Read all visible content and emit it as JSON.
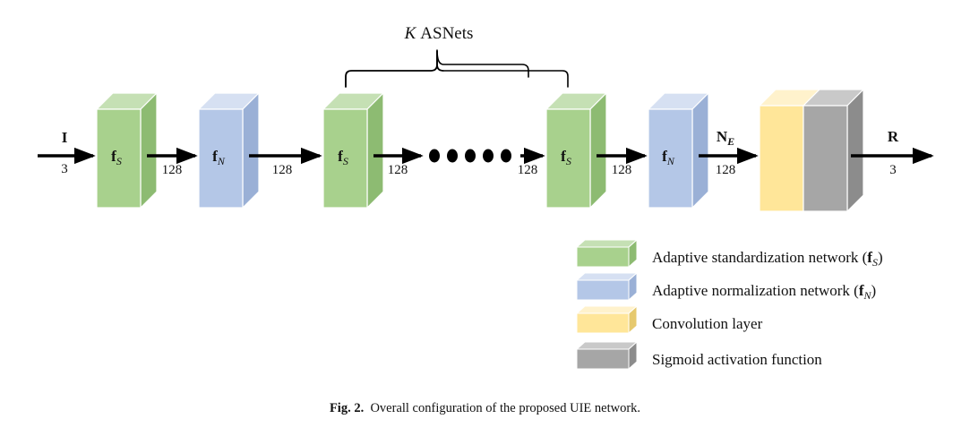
{
  "figure": {
    "caption_prefix": "Fig. 2.",
    "caption_text": "Overall configuration of the proposed UIE network.",
    "group_annotation": {
      "symbol": "K",
      "label": "ASNets"
    }
  },
  "flow": {
    "input": {
      "tensor": "I",
      "channels": "3"
    },
    "output": {
      "tensor": "R",
      "channels": "3"
    },
    "blocks": [
      {
        "id": "fs-1",
        "label": "f",
        "sub": "S",
        "type": "adaptive-standardization",
        "color": "#a8d18d"
      },
      {
        "id": "fn-1",
        "label": "f",
        "sub": "N",
        "type": "adaptive-normalization",
        "color": "#b4c7e7"
      },
      {
        "id": "fs-2",
        "label": "f",
        "sub": "S",
        "type": "adaptive-standardization",
        "color": "#a8d18d"
      },
      {
        "id": "fs-3",
        "label": "f",
        "sub": "S",
        "type": "adaptive-standardization",
        "color": "#a8d18d"
      },
      {
        "id": "fn-2",
        "label": "f",
        "sub": "N",
        "type": "adaptive-normalization",
        "color": "#b4c7e7"
      },
      {
        "id": "conv",
        "label": "",
        "sub": "",
        "type": "convolution",
        "color": "#ffe699"
      },
      {
        "id": "sigmoid",
        "label": "",
        "sub": "",
        "type": "sigmoid",
        "color": "#a6a6a6"
      }
    ],
    "connections": [
      {
        "from": "fs-1",
        "to": "fn-1",
        "channels": "128"
      },
      {
        "from": "fn-1",
        "to": "fs-2",
        "channels": "128"
      },
      {
        "from": "fs-2",
        "to": "ellipsis",
        "channels": "128"
      },
      {
        "from": "ellipsis",
        "to": "fs-3",
        "channels": "128"
      },
      {
        "from": "fs-3",
        "to": "fn-2",
        "channels": "128"
      },
      {
        "from": "fn-2",
        "to": "conv",
        "channels": "128",
        "tensor": "N",
        "tensor_sub": "E"
      }
    ],
    "ellipsis_dots": 5
  },
  "legend": {
    "items": [
      {
        "name": "adaptive-standardization",
        "color": "#a8d18d",
        "label": "Adaptive standardization network (",
        "symbol": "f",
        "symbol_sub": "S",
        "label_end": ")"
      },
      {
        "name": "adaptive-normalization",
        "color": "#b4c7e7",
        "label": "Adaptive normalization network (",
        "symbol": "f",
        "symbol_sub": "N",
        "label_end": ")"
      },
      {
        "name": "convolution-layer",
        "color": "#ffe699",
        "label": "Convolution layer",
        "symbol": "",
        "symbol_sub": "",
        "label_end": ""
      },
      {
        "name": "sigmoid-activation",
        "color": "#a6a6a6",
        "label": "Sigmoid activation function",
        "symbol": "",
        "symbol_sub": "",
        "label_end": ""
      }
    ]
  },
  "colors": {
    "green_front": "#a8d18d",
    "green_top": "#c5e0b4",
    "green_side": "#8dbb72",
    "blue_front": "#b4c7e7",
    "blue_top": "#d6e0f2",
    "blue_side": "#9ab0d6",
    "yellow_front": "#ffe699",
    "yellow_top": "#fff2cc",
    "yellow_side": "#e6c96e",
    "gray_front": "#a6a6a6",
    "gray_top": "#c9c9c9",
    "gray_side": "#8c8c8c",
    "stroke": "#000000",
    "text": "#111111"
  }
}
